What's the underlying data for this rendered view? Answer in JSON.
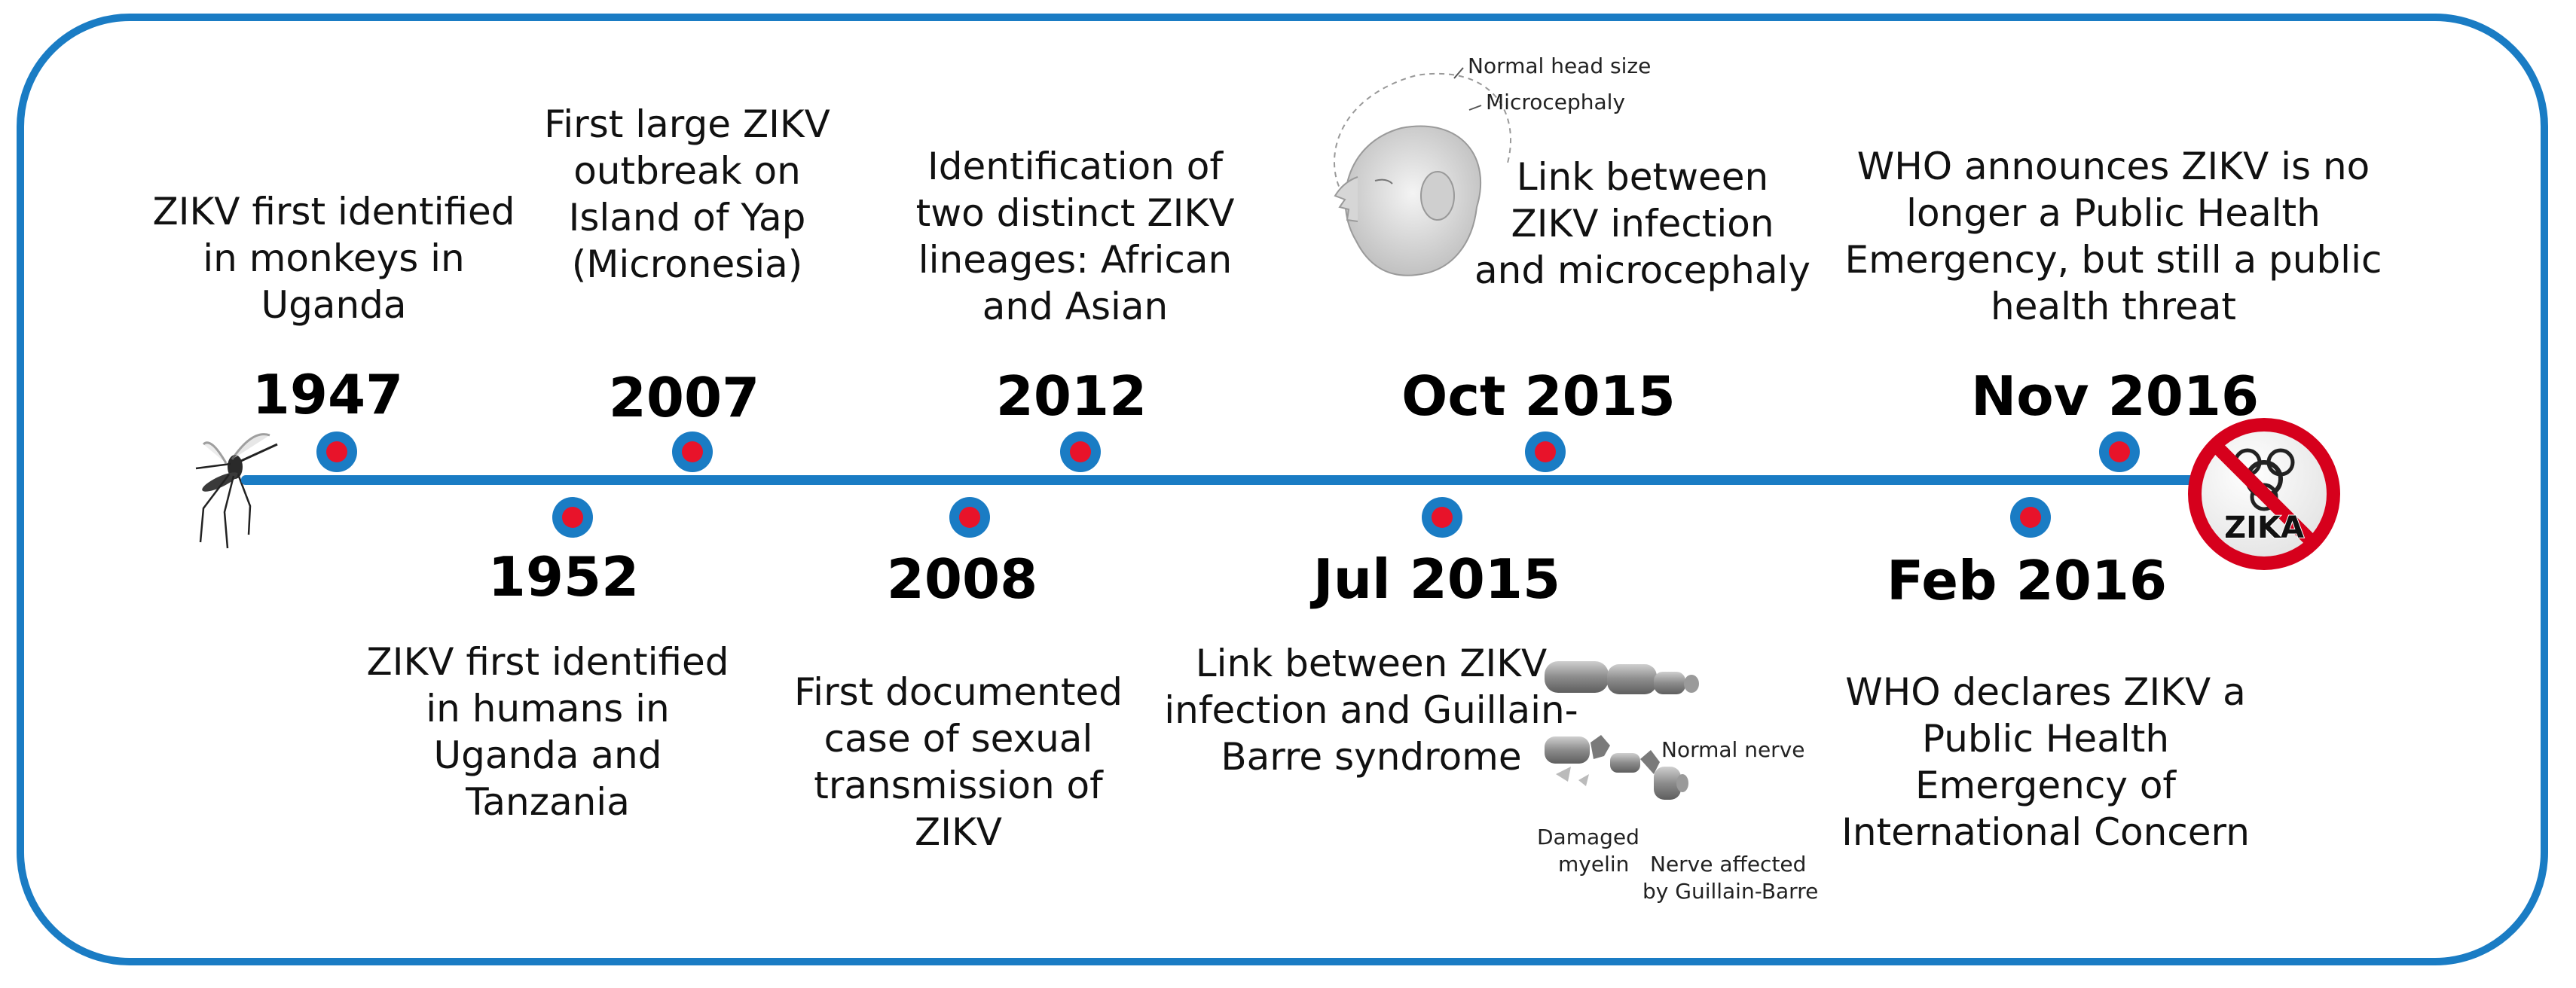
{
  "colors": {
    "frame": "#1a7cc4",
    "axis": "#1a7cc4",
    "dot_outer": "#1a7cc4",
    "dot_inner": "#e8132a",
    "zika_sign": "#d6001c"
  },
  "events": [
    {
      "id": "e1947",
      "year": "1947",
      "lines": [
        "ZIKV first identified",
        "in monkeys in",
        "Uganda"
      ]
    },
    {
      "id": "e1952",
      "year": "1952",
      "lines": [
        "ZIKV first identified",
        "in humans in",
        "Uganda and",
        "Tanzania"
      ]
    },
    {
      "id": "e2007",
      "year": "2007",
      "lines": [
        "First large ZIKV",
        "outbreak on",
        "Island of Yap",
        "(Micronesia)"
      ]
    },
    {
      "id": "e2008",
      "year": "2008",
      "lines": [
        "First documented",
        "case of sexual",
        "transmission of",
        "ZIKV"
      ]
    },
    {
      "id": "e2012",
      "year": "2012",
      "lines": [
        "Identification of",
        "two distinct ZIKV",
        "lineages: African",
        "and Asian"
      ]
    },
    {
      "id": "ejul2015",
      "year": "Jul 2015",
      "lines": [
        "Link between ZIKV",
        "infection and Guillain-",
        "Barre syndrome"
      ]
    },
    {
      "id": "eoct2015",
      "year": "Oct 2015",
      "lines": [
        "Link between",
        "ZIKV infection",
        "and microcephaly"
      ]
    },
    {
      "id": "efeb2016",
      "year": "Feb 2016",
      "lines": [
        "WHO declares ZIKV a",
        "Public Health",
        "Emergency of",
        "International Concern"
      ]
    },
    {
      "id": "enov2016",
      "year": "Nov 2016",
      "lines": [
        "WHO announces ZIKV is no",
        "longer a Public Health",
        "Emergency, but still a public",
        "health threat"
      ]
    }
  ],
  "illustrations": {
    "head": {
      "normal_label": "Normal head size",
      "micro_label": "Microcephaly"
    },
    "nerve": {
      "normal_label": "Normal nerve",
      "damaged_label_1": "Damaged",
      "damaged_label_2": "myelin",
      "affected_label_1": "Nerve affected",
      "affected_label_2": "by Guillain-Barre"
    },
    "zika_sign": {
      "text": "ZIKA"
    }
  }
}
